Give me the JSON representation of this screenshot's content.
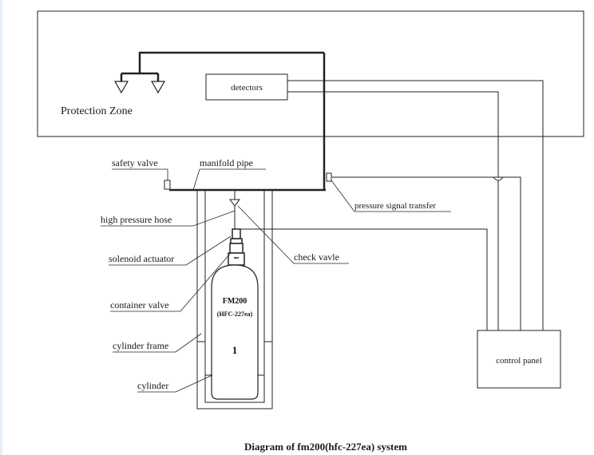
{
  "diagram": {
    "zone_label": "Protection Zone",
    "detectors_label": "detectors",
    "safety_valve_label": "safety valve",
    "manifold_pipe_label": "manifold pipe",
    "high_pressure_hose_label": "high pressure hose",
    "solenoid_actuator_label": "solenoid actuator",
    "container_valve_label": "container valve",
    "cylinder_frame_label": "cylinder frame",
    "cylinder_label": "cylinder",
    "check_valve_label": "check vavle",
    "pressure_signal_label": "pressure signal transfer",
    "control_panel_label": "control panel",
    "tank_text_line1": "FM200",
    "tank_text_line2": "(HFC-227ea)",
    "tank_number": "1",
    "caption": "Diagram of fm200(hfc-227ea) system"
  }
}
